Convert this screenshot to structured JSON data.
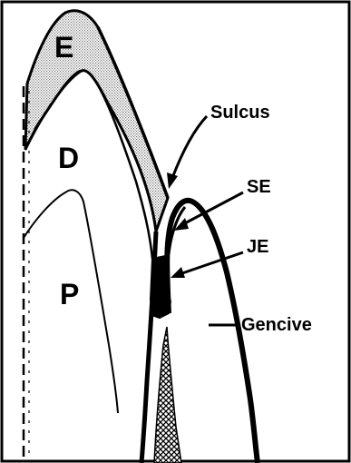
{
  "labels": {
    "enamel": "E",
    "dentin": "D",
    "pulp": "P",
    "sulcus": "Sulcus",
    "sulcular_epithelium": "SE",
    "junctional_epithelium": "JE",
    "gingiva": "Gencive"
  },
  "colors": {
    "ink": "#000000",
    "enamel_stipple": "#b8b8b8",
    "background": "#ffffff"
  }
}
